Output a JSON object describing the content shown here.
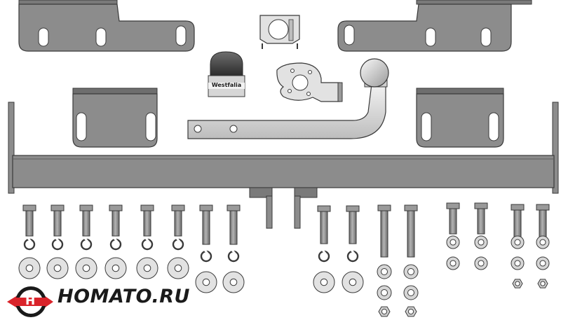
{
  "logo": {
    "text": "HOMATO.RU",
    "letter": "H"
  },
  "socket_cover": {
    "label": "Westfalia"
  },
  "colors": {
    "part_fill": "#8c8c8c",
    "part_dark": "#5e5e5e",
    "steel_light": "#e2e2e2",
    "outline": "#3a3a3a",
    "logo_red": "#d9232a",
    "logo_dark": "#1a1a1a"
  }
}
